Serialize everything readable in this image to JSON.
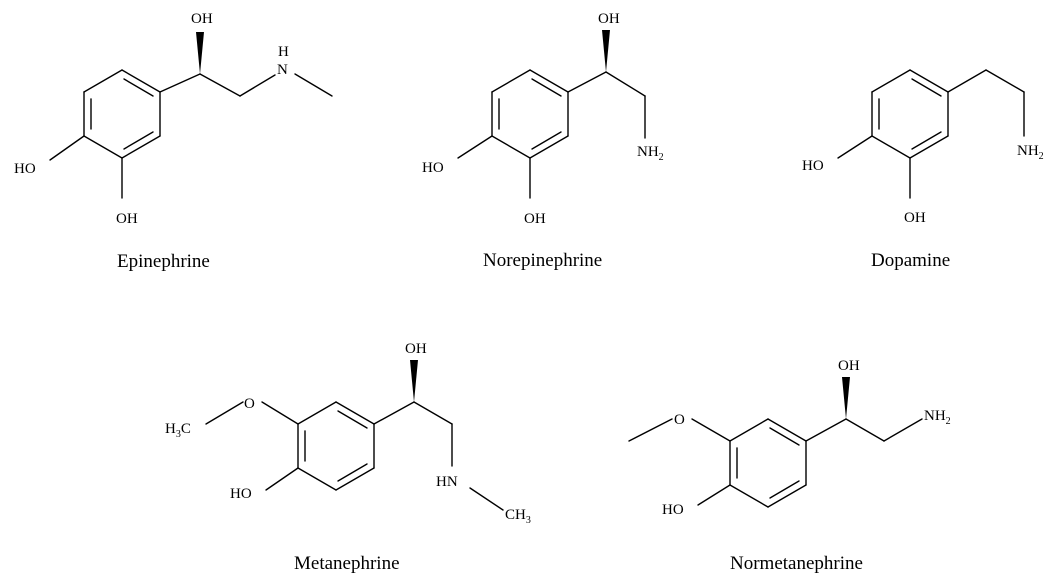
{
  "molecules": [
    {
      "name": "Epinephrine",
      "labels": {
        "oh_top": "OH",
        "nh_h": "H",
        "nh_n": "N",
        "ho_left": "HO",
        "oh_bottom": "OH"
      }
    },
    {
      "name": "Norepinephrine",
      "labels": {
        "oh_top": "OH",
        "ho_left": "HO",
        "oh_bottom": "OH",
        "nh2_main": "NH",
        "nh2_sub": "2"
      }
    },
    {
      "name": "Dopamine",
      "labels": {
        "ho_left": "HO",
        "oh_bottom": "OH",
        "nh2_main": "NH",
        "nh2_sub": "2"
      }
    },
    {
      "name": "Metanephrine",
      "labels": {
        "oh_top": "OH",
        "o": "O",
        "h3c_h": "H",
        "h3c_sub": "3",
        "h3c_c": "C",
        "ho_left": "HO",
        "hn": "HN",
        "ch3_main": "CH",
        "ch3_sub": "3"
      }
    },
    {
      "name": "Normetanephrine",
      "labels": {
        "oh_top": "OH",
        "o": "O",
        "ho_left": "HO",
        "nh2_main": "NH",
        "nh2_sub": "2"
      }
    }
  ]
}
